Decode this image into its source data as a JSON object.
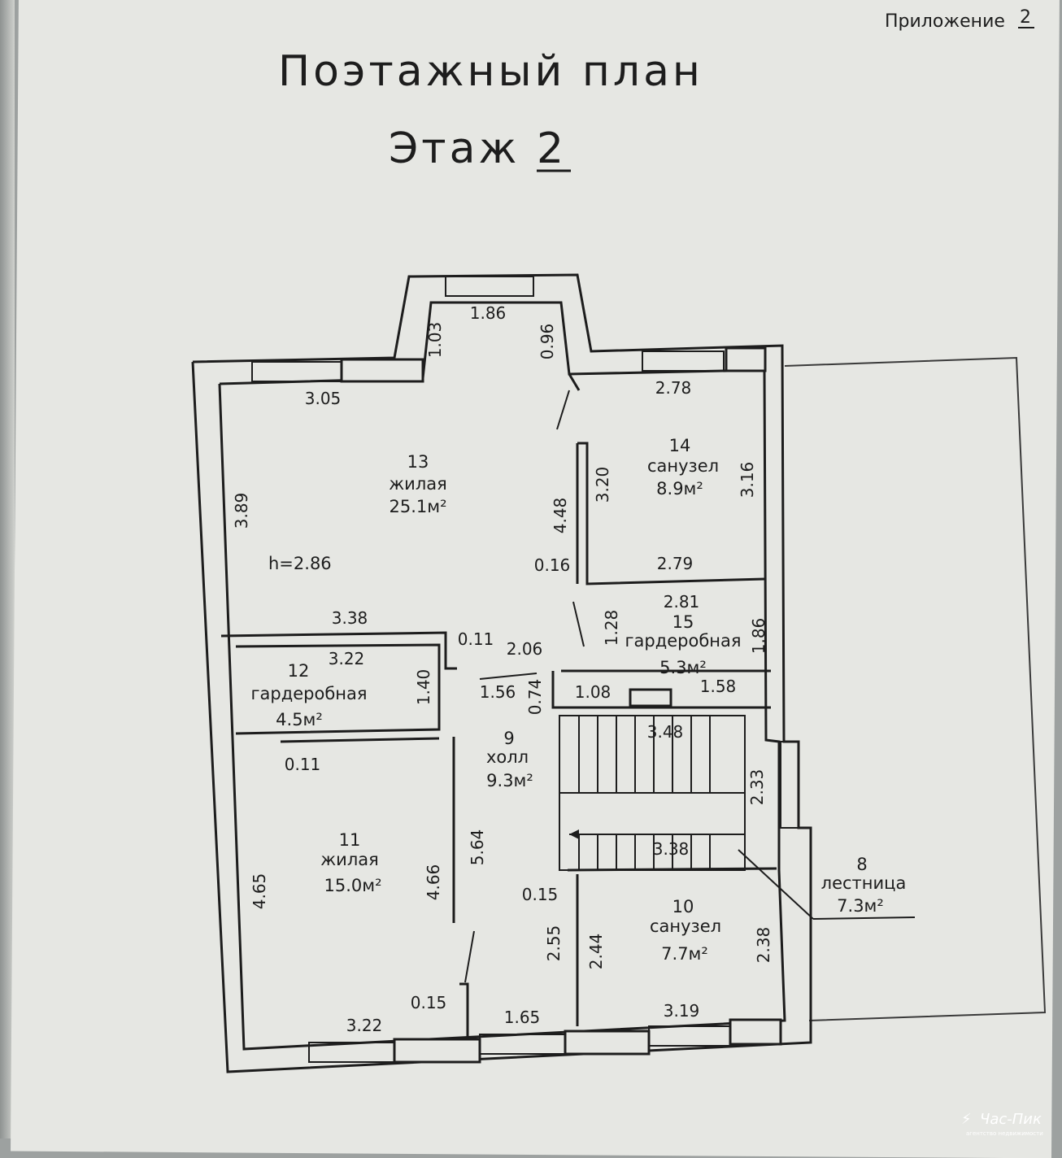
{
  "header": {
    "appendix_label": "Приложение",
    "appendix_number": "2",
    "title": "Поэтажный план",
    "floor_label": "Этаж",
    "floor_number": "2"
  },
  "ceiling_height": "h=2.86",
  "rooms": [
    {
      "number": "13",
      "name": "жилая",
      "area": "25.1м²"
    },
    {
      "number": "14",
      "name": "санузел",
      "area": "8.9м²"
    },
    {
      "number": "15",
      "name": "гардеробная",
      "area": "5.3м²"
    },
    {
      "number": "12",
      "name": "гардеробная",
      "area": "4.5м²"
    },
    {
      "number": "9",
      "name": "холл",
      "area": "9.3м²"
    },
    {
      "number": "11",
      "name": "жилая",
      "area": "15.0м²"
    },
    {
      "number": "10",
      "name": "санузел",
      "area": "7.7м²"
    },
    {
      "number": "8",
      "name": "лестница",
      "area": "7.3м²"
    }
  ],
  "dimensions": [
    "1.86",
    "1.03",
    "0.96",
    "3.05",
    "2.78",
    "3.89",
    "4.48",
    "3.20",
    "3.16",
    "0.16",
    "2.79",
    "2.81",
    "1.28",
    "1.86",
    "3.38",
    "0.11",
    "2.06",
    "3.22",
    "1.40",
    "1.56",
    "0.74",
    "1.08",
    "1.58",
    "3.48",
    "0.11",
    "2.33",
    "5.64",
    "4.65",
    "4.66",
    "3.38",
    "0.15",
    "2.55",
    "2.44",
    "2.38",
    "0.15",
    "3.22",
    "1.65",
    "3.19"
  ],
  "watermark": {
    "brand": "Час-Пик",
    "tagline": "агентство недвижимости"
  },
  "colors": {
    "paper": "#e6e7e3",
    "ink": "#1d1d1d",
    "background": "#9da1a0"
  }
}
